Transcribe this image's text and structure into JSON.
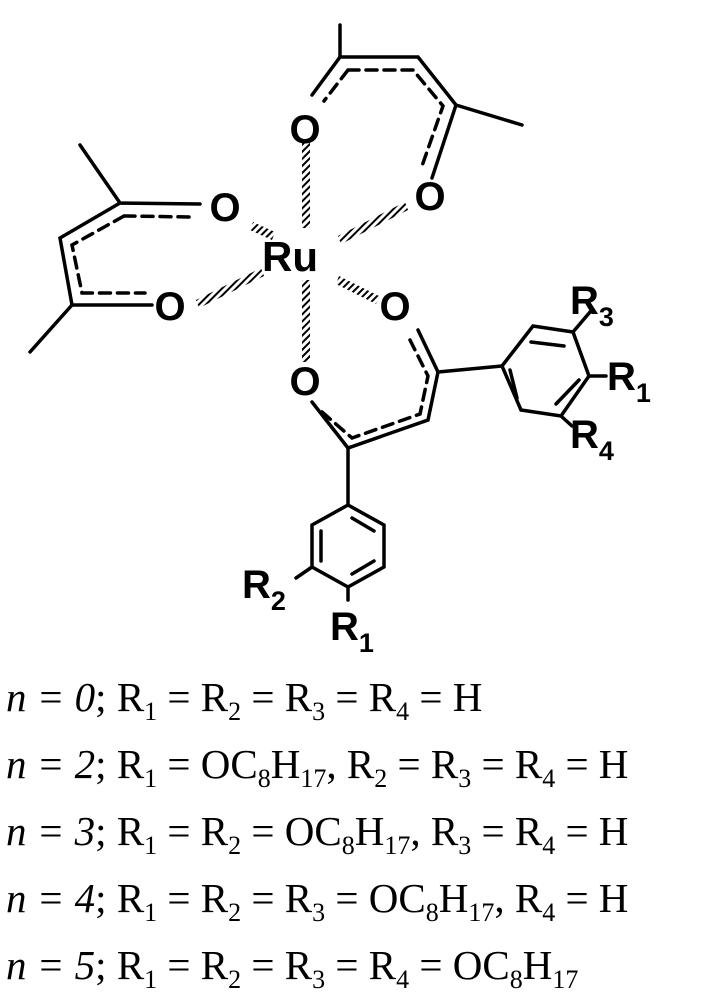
{
  "structure": {
    "metal": "Ru",
    "oxygen": "O",
    "substituents": {
      "r1_upper": {
        "letter": "R",
        "index": "1"
      },
      "r3": {
        "letter": "R",
        "index": "3"
      },
      "r4": {
        "letter": "R",
        "index": "4"
      },
      "r2": {
        "letter": "R",
        "index": "2"
      },
      "r1_lower": {
        "letter": "R",
        "index": "1"
      }
    }
  },
  "variants": [
    {
      "n_label": "n",
      "eq": " = ",
      "n_value": "0",
      "parts": [
        {
          "t": "; R"
        },
        {
          "s": "1"
        },
        {
          "t": " = R"
        },
        {
          "s": "2"
        },
        {
          "t": " = R"
        },
        {
          "s": "3"
        },
        {
          "t": " = R"
        },
        {
          "s": "4"
        },
        {
          "t": " = H"
        }
      ]
    },
    {
      "n_label": "n",
      "eq": " = ",
      "n_value": "2",
      "parts": [
        {
          "t": "; R"
        },
        {
          "s": "1"
        },
        {
          "t": " = OC"
        },
        {
          "s": "8"
        },
        {
          "t": "H"
        },
        {
          "s": "17"
        },
        {
          "t": ", R"
        },
        {
          "s": "2"
        },
        {
          "t": " = R"
        },
        {
          "s": "3"
        },
        {
          "t": " = R"
        },
        {
          "s": "4"
        },
        {
          "t": " = H"
        }
      ]
    },
    {
      "n_label": "n",
      "eq": " = ",
      "n_value": "3",
      "parts": [
        {
          "t": "; R"
        },
        {
          "s": "1"
        },
        {
          "t": " = R"
        },
        {
          "s": "2"
        },
        {
          "t": " = OC"
        },
        {
          "s": "8"
        },
        {
          "t": "H"
        },
        {
          "s": "17"
        },
        {
          "t": ", R"
        },
        {
          "s": "3"
        },
        {
          "t": " = R"
        },
        {
          "s": "4"
        },
        {
          "t": " = H"
        }
      ]
    },
    {
      "n_label": "n",
      "eq": " = ",
      "n_value": "4",
      "parts": [
        {
          "t": "; R"
        },
        {
          "s": "1"
        },
        {
          "t": " = R"
        },
        {
          "s": "2"
        },
        {
          "t": " = R"
        },
        {
          "s": "3"
        },
        {
          "t": " = OC"
        },
        {
          "s": "8"
        },
        {
          "t": "H"
        },
        {
          "s": "17"
        },
        {
          "t": ", R"
        },
        {
          "s": "4"
        },
        {
          "t": " = H"
        }
      ]
    },
    {
      "n_label": "n",
      "eq": " = ",
      "n_value": "5",
      "parts": [
        {
          "t": "; R"
        },
        {
          "s": "1"
        },
        {
          "t": " = R"
        },
        {
          "s": "2"
        },
        {
          "t": " = R"
        },
        {
          "s": "3"
        },
        {
          "t": " = R"
        },
        {
          "s": "4"
        },
        {
          "t": " = OC"
        },
        {
          "s": "8"
        },
        {
          "t": "H"
        },
        {
          "s": "17"
        }
      ]
    }
  ]
}
